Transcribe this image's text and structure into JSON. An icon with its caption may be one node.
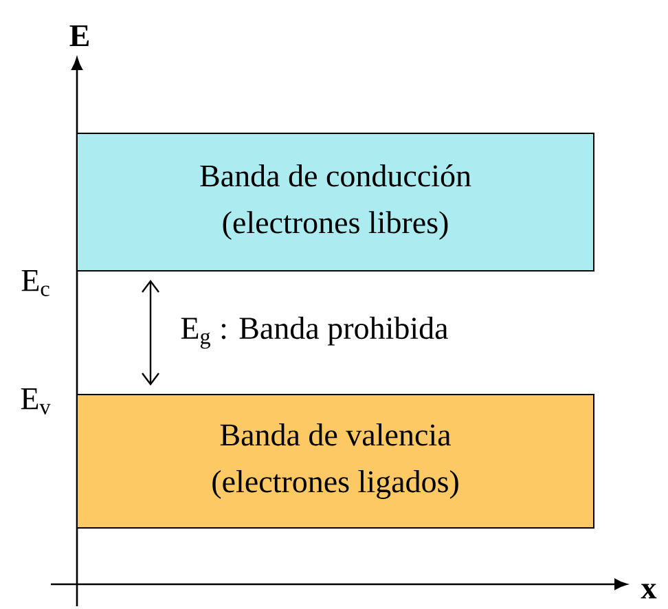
{
  "diagram": {
    "nodes": [
      {
        "text": [
          "Banda de conducción",
          "(electrones libres)"
        ]
      },
      {
        "text": [
          "Banda de valencia",
          "(electrones ligados)"
        ]
      }
    ],
    "edges": [
      {
        "from": 0,
        "to": 1,
        "arrow": "both"
      }
    ],
    "labels": [
      "E",
      "E$_{c}$",
      "E$_{g}$ : Banda prohibida",
      "E$_{v}$",
      "x"
    ]
  }
}
